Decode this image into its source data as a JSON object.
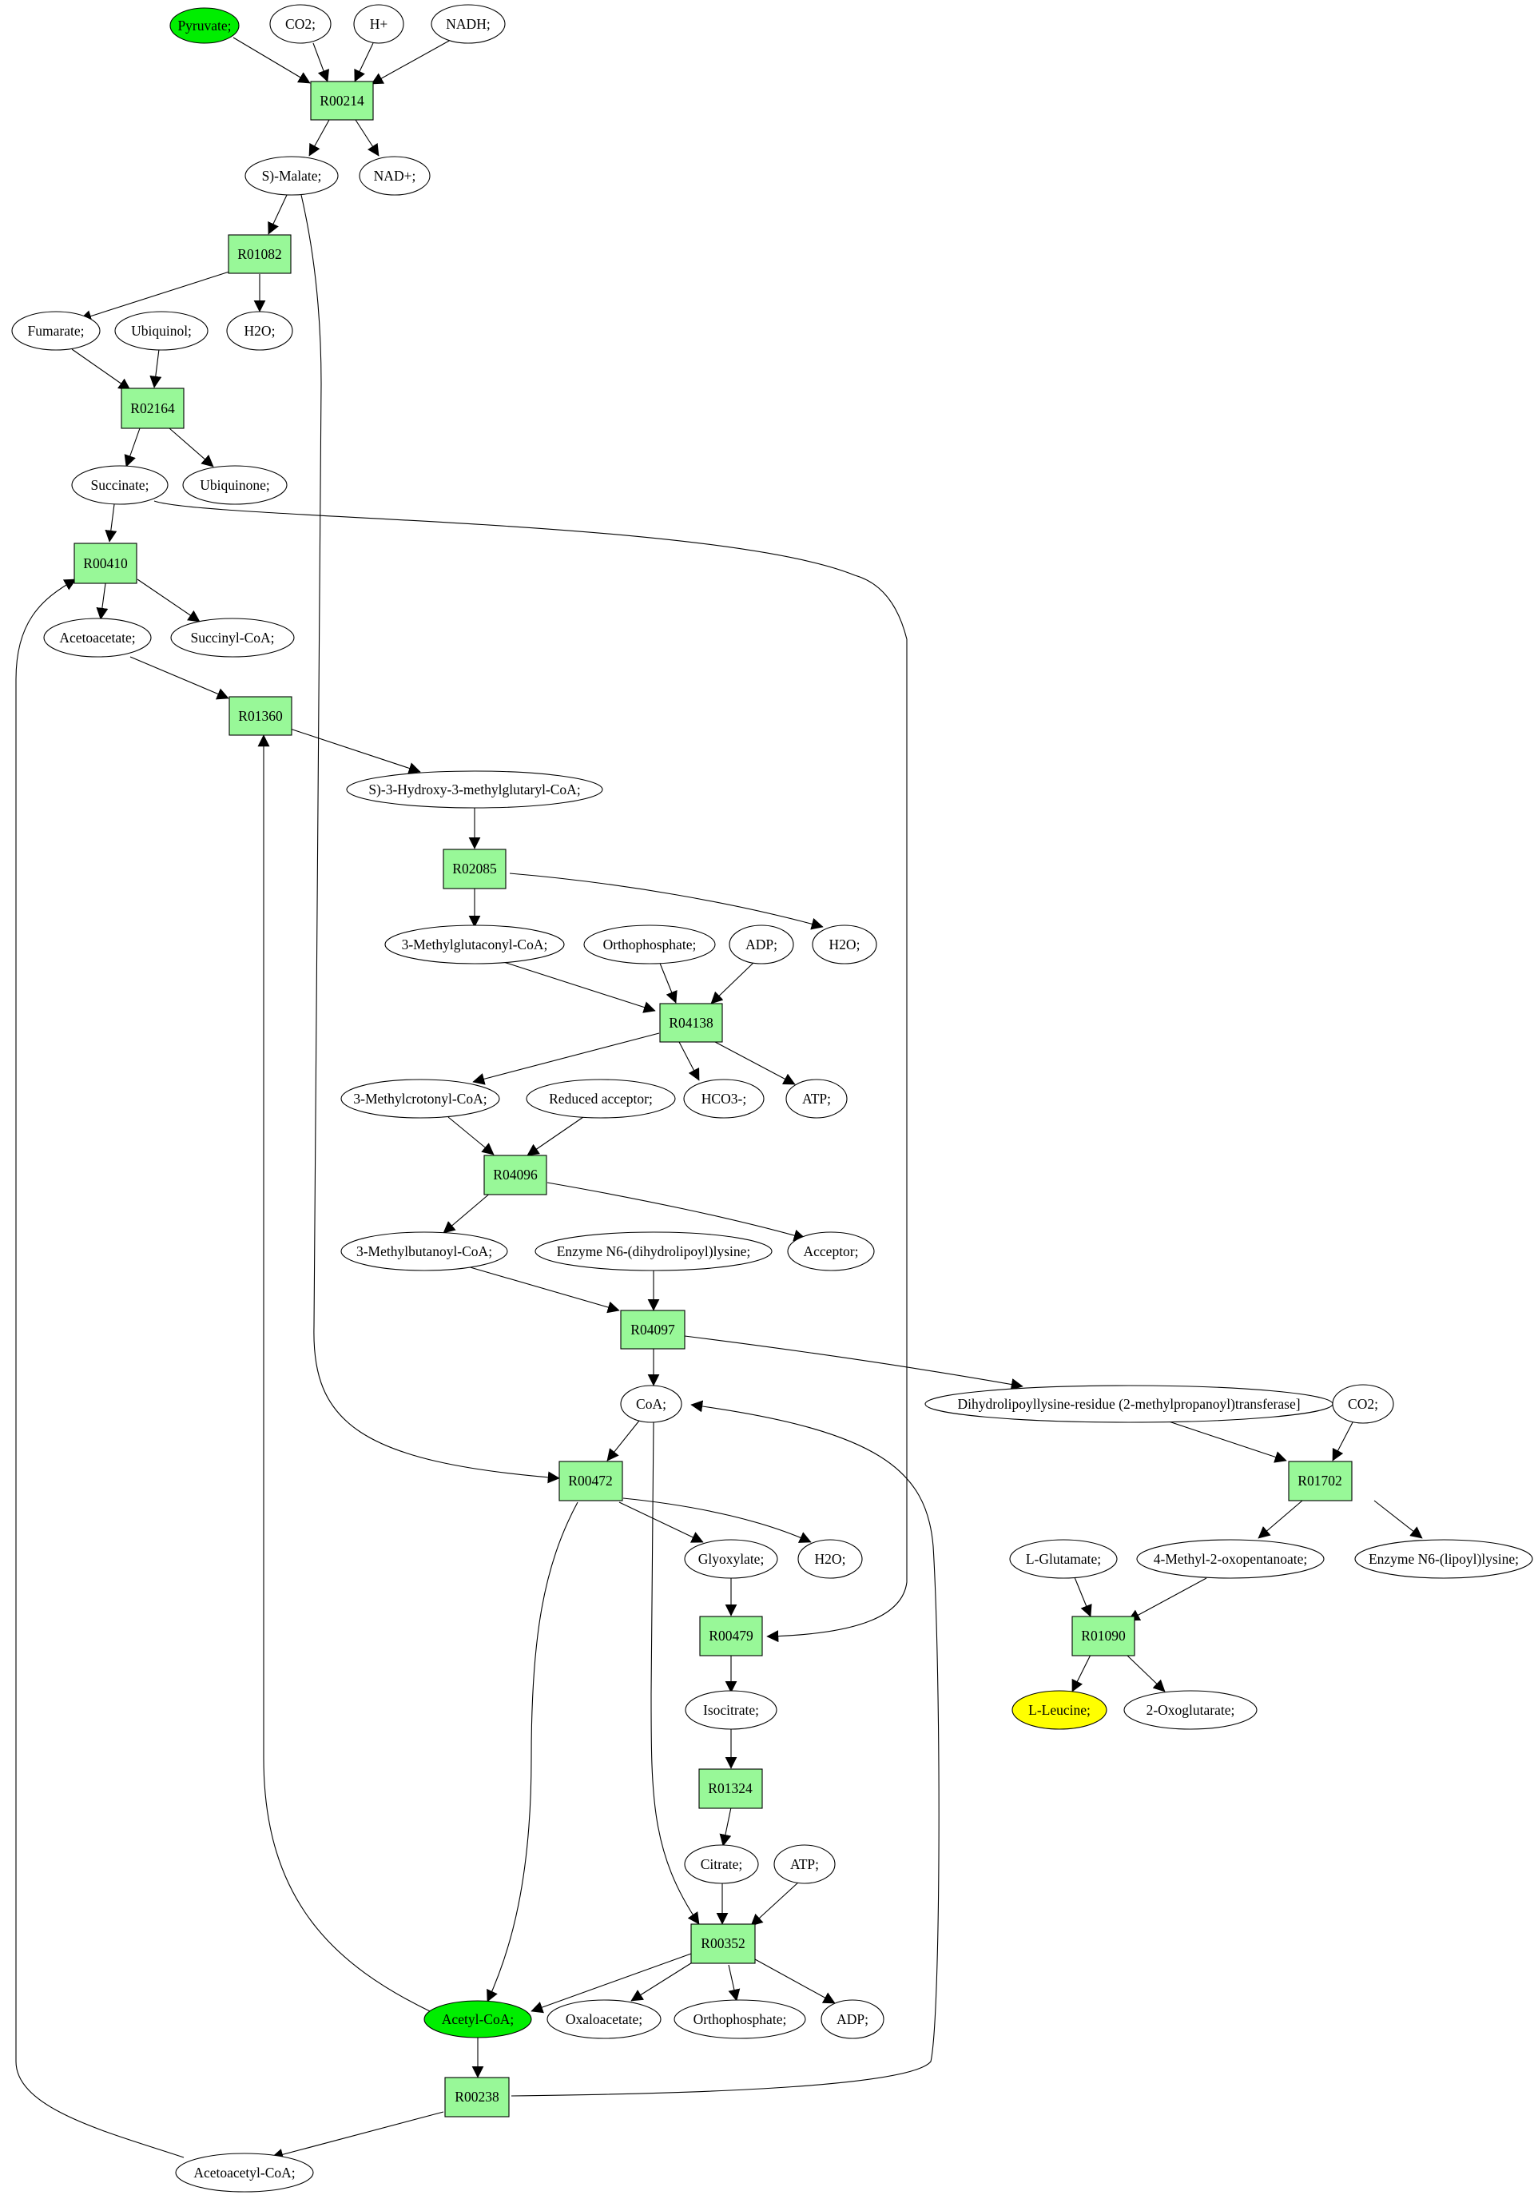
{
  "colors": {
    "reaction_fill": "#98f898",
    "source_fill": "#00ee00",
    "target_fill": "#ffff00",
    "metabolite_fill": "#ffffff",
    "stroke": "#000000"
  },
  "nodes": {
    "pyruvate": "Pyruvate;",
    "co2_a": "CO2;",
    "hplus": "H+",
    "nadh": "NADH;",
    "r00214": "R00214",
    "smalate": "S)-Malate;",
    "nadplus": "NAD+;",
    "r01082": "R01082",
    "fumarate": "Fumarate;",
    "ubiquinol": "Ubiquinol;",
    "h2o_a": "H2O;",
    "r02164": "R02164",
    "succinate": "Succinate;",
    "ubiquinone": "Ubiquinone;",
    "r00410": "R00410",
    "acetoacetate": "Acetoacetate;",
    "succinylcoa": "Succinyl-CoA;",
    "r01360": "R01360",
    "hmgcoa": "S)-3-Hydroxy-3-methylglutaryl-CoA;",
    "r02085": "R02085",
    "methylglutaconylcoa": "3-Methylglutaconyl-CoA;",
    "orthophosphate_a": "Orthophosphate;",
    "adp_a": "ADP;",
    "h2o_b": "H2O;",
    "r04138": "R04138",
    "methylcrotonylcoa": "3-Methylcrotonyl-CoA;",
    "reducedacceptor": "Reduced acceptor;",
    "hco3": "HCO3-;",
    "atp_a": "ATP;",
    "r04096": "R04096",
    "methylbutanoylcoa": "3-Methylbutanoyl-CoA;",
    "enzymedihydrolipoyl": "Enzyme N6-(dihydrolipoyl)lysine;",
    "acceptor": "Acceptor;",
    "r04097": "R04097",
    "coa": "CoA;",
    "dihydrolipoyllysine": "Dihydrolipoyllysine-residue (2-methylpropanoyl)transferase]",
    "co2_b": "CO2;",
    "r00472": "R00472",
    "r01702": "R01702",
    "glyoxylate": "Glyoxylate;",
    "h2o_c": "H2O;",
    "lglutamate": "L-Glutamate;",
    "methyloxopentanoate": "4-Methyl-2-oxopentanoate;",
    "enzymelipoyl": "Enzyme N6-(lipoyl)lysine;",
    "r00479": "R00479",
    "r01090": "R01090",
    "isocitrate": "Isocitrate;",
    "lleucine": "L-Leucine;",
    "oxoglutarate": "2-Oxoglutarate;",
    "r01324": "R01324",
    "citrate": "Citrate;",
    "atp_b": "ATP;",
    "r00352": "R00352",
    "acetylcoa": "Acetyl-CoA;",
    "oxaloacetate": "Oxaloacetate;",
    "orthophosphate_b": "Orthophosphate;",
    "adp_b": "ADP;",
    "r00238": "R00238",
    "acetoacetylcoa": "Acetoacetyl-CoA;"
  }
}
